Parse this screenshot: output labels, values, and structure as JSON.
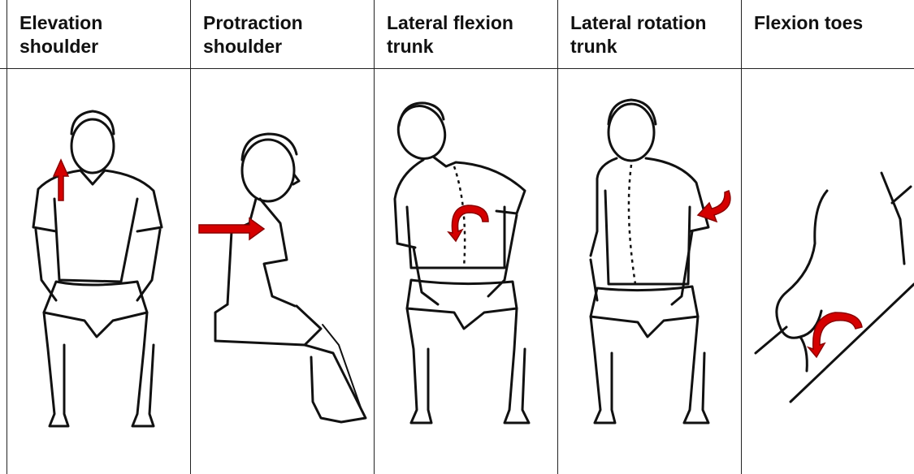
{
  "columns": [
    {
      "line1": "Elevation",
      "line2": "shoulder"
    },
    {
      "line1": "Protraction",
      "line2": "shoulder"
    },
    {
      "line1": "Lateral flexion",
      "line2": "trunk"
    },
    {
      "line1": "Lateral rotation",
      "line2": "trunk"
    },
    {
      "line1": "Flexion toes",
      "line2": ""
    }
  ],
  "colors": {
    "arrow": "#d50000",
    "line": "#111111",
    "background": "#ffffff"
  },
  "icons": [
    "up-arrow-icon",
    "right-arrow-icon",
    "curved-arrow-icon",
    "curved-arrow-icon",
    "curved-arrow-icon"
  ]
}
